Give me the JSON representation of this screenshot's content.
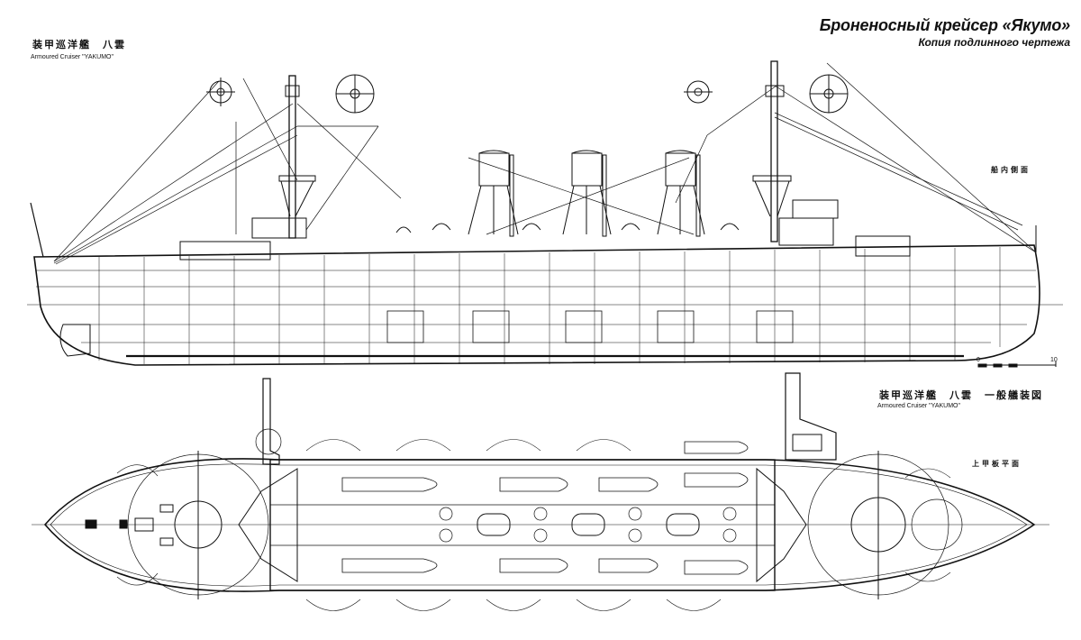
{
  "header": {
    "title_ru": "Броненосный крейсер «Якумо»",
    "subtitle_ru": "Копия подлинного чертежа"
  },
  "profile_view": {
    "title_jp": "装甲巡洋艦　八雲",
    "title_en": "Armoured Cruiser  \"YAKUMO\"",
    "section_label_jp": "船内側面",
    "funnel_count": 3,
    "mast_count": 2
  },
  "scale_bar": {
    "start_label": "0",
    "end_label": "10"
  },
  "plan_view": {
    "title_jp": "装甲巡洋艦　八雲　一般艤装図",
    "title_en": "Armoured Cruiser  \"YAKUMO\"",
    "section_label_jp": "上甲板平面"
  },
  "colors": {
    "background": "#ffffff",
    "ink": "#111111"
  }
}
